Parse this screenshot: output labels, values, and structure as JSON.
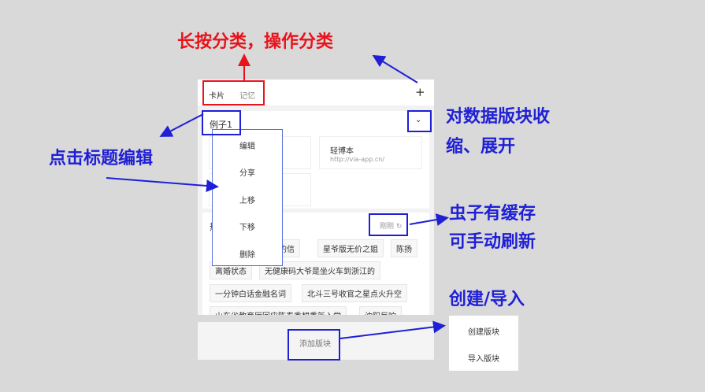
{
  "tabs": [
    {
      "label": "卡片",
      "active": true
    },
    {
      "label": "记忆",
      "active": false
    }
  ],
  "add_icon": "plus-icon",
  "block1": {
    "title": "例子1",
    "collapse_icon": "chevron-down-icon",
    "cards": [
      {
        "title": "轻博本",
        "url": "http://via-app.cn/"
      }
    ]
  },
  "context_menu": [
    "编辑",
    "分享",
    "上移",
    "下移",
    "删除"
  ],
  "block2": {
    "title": "热",
    "refresh_label": "刚刚 ↻",
    "tags": [
      "晋的信",
      "星爷版无价之姐",
      "陈扬",
      "离婚状态",
      "无健康码大爷是坐火车到浙江的",
      "一分钟白话金融名词",
      "北斗三号收官之星点火升空",
      "山东省教育厅回应陈春秀想重新入学",
      "沈阳巨响"
    ]
  },
  "add_block": "添加版块",
  "add_popup": [
    "创建版块",
    "导入版块"
  ],
  "annotations": {
    "top": "长按分类，操作分类",
    "left": "点击标题编辑",
    "right1a": "对数据版块收",
    "right1b": "缩、展开",
    "right2a": "虫子有缓存",
    "right2b": "可手动刷新",
    "right3": "创建/导入"
  },
  "colors": {
    "red": "#e8141c",
    "blue": "#1f1fd6"
  }
}
